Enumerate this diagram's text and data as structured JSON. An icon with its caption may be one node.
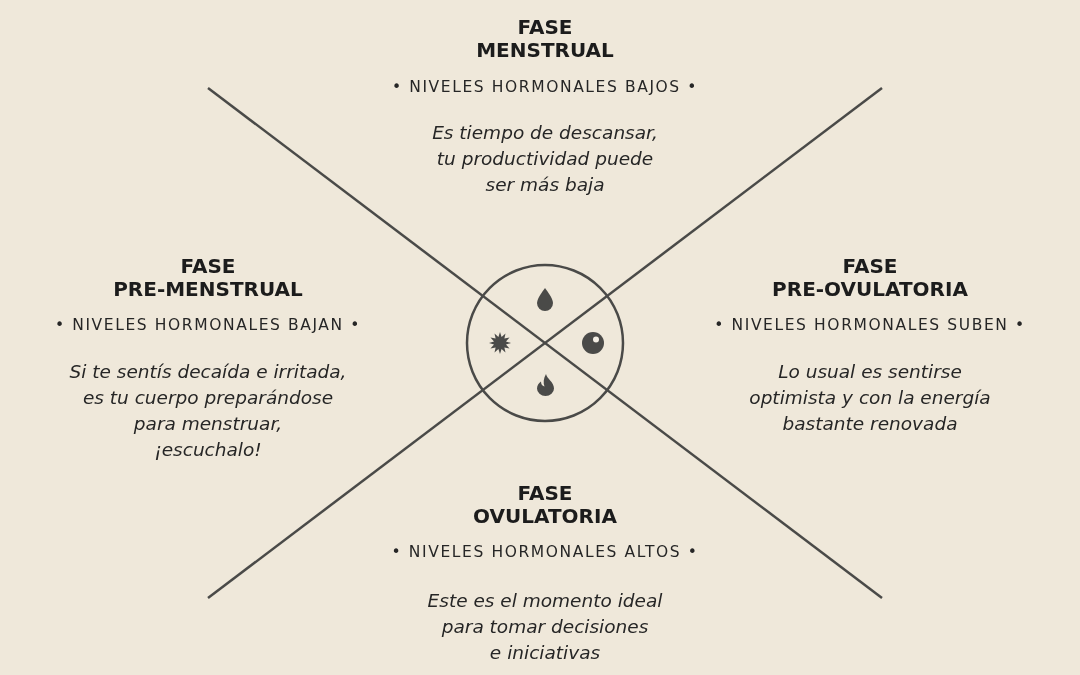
{
  "diagram": {
    "labels": [
      "FASE MENSTRUAL",
      "• NIVELES HORMONALES BAJOS •",
      "Es tiempo de descansar, tu productividad puede ser más baja",
      "FASE PRE-MENSTRUAL",
      "• NIVELES HORMONALES BAJAN •",
      "Si te sentís decaída e irritada, es tu cuerpo preparándose para menstruar, ¡escuchalo!",
      "FASE PRE-OVULATORIA",
      "• NIVELES HORMONALES SUBEN •",
      "Lo usual es sentirse optimista y con la energía bastante renovada",
      "FASE OVULATORIA",
      "• NIVELES HORMONALES ALTOS •",
      "Este es el momento ideal para tomar decisiones e iniciativas"
    ]
  }
}
